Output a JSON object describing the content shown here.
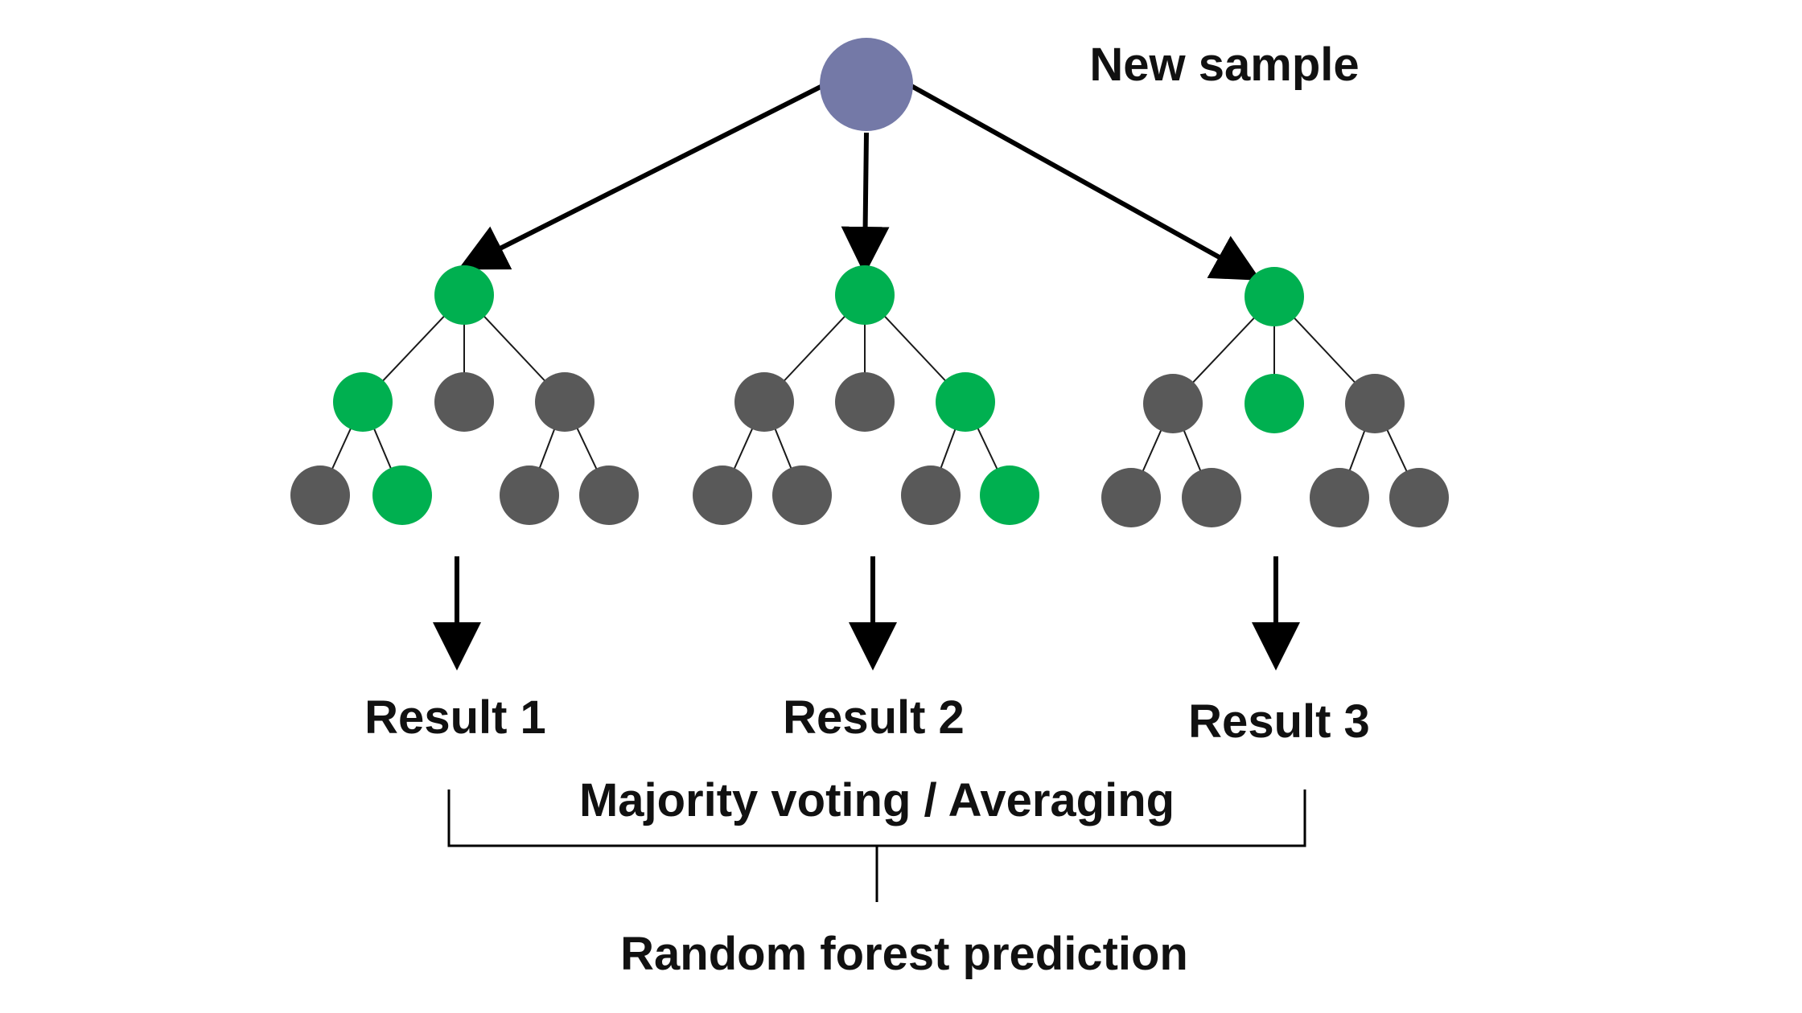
{
  "labels": {
    "new_sample": "New sample",
    "results": [
      "Result 1",
      "Result 2",
      "Result 3"
    ],
    "aggregation": "Majority voting / Averaging",
    "final": "Random forest prediction"
  },
  "colors": {
    "root_node": "#7479a7",
    "path_node": "#00b050",
    "other_node": "#595959",
    "edge": "#000000",
    "thin_edge": "#1a1a1a"
  },
  "trees": [
    {
      "name": "tree-1",
      "level1_path": 0,
      "left_leaf_path": 1,
      "right_leaf_path": null
    },
    {
      "name": "tree-2",
      "level1_path": 2,
      "left_leaf_path": null,
      "right_leaf_path": 1
    },
    {
      "name": "tree-3",
      "level1_path": 1,
      "left_leaf_path": null,
      "right_leaf_path": null
    }
  ]
}
